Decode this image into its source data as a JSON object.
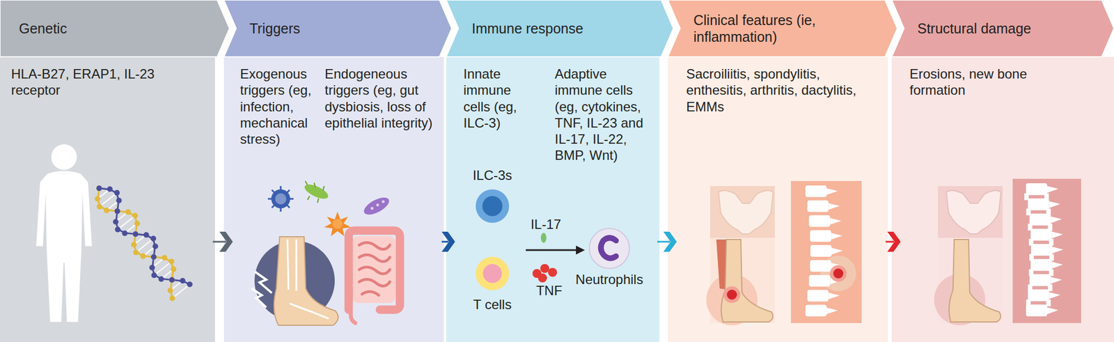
{
  "diagram": {
    "nodes": [
      {
        "text": [
          "Genetic"
        ]
      },
      {
        "text": [
          "HLA-B27, ERAP1, IL-23 receptor"
        ]
      },
      {
        "text": [
          "Triggers"
        ]
      },
      {
        "text": [
          "Exogenous triggers (eg, infection, mechanical stress)",
          "Endogeneous triggers (eg, gut dysbiosis, loss of epithelial integrity)"
        ]
      },
      {
        "text": [
          "Immune response"
        ]
      },
      {
        "text": [
          "Innate immune cells (eg, ILC-3)",
          "Adaptive immune cells (eg, cytokines, TNF, IL-23 and IL-17, IL-22, BMP, Wnt)"
        ]
      },
      {
        "text": [
          "Clinical features (ie, inflammation)"
        ]
      },
      {
        "text": [
          "Sacroiliitis, spondylitis, enthesitis, arthritis, dactylitis, EMMs"
        ]
      },
      {
        "text": [
          "Structural damage"
        ]
      },
      {
        "text": [
          "Erosions, new bone formation"
        ]
      }
    ],
    "edges": [
      {
        "from": 1,
        "to": 3,
        "arrow": "to"
      },
      {
        "from": 3,
        "to": 5,
        "arrow": "to"
      },
      {
        "from": 5,
        "to": 7,
        "arrow": "to"
      },
      {
        "from": 7,
        "to": 9,
        "arrow": "to"
      }
    ],
    "labels": [
      "ILC-3s",
      "T cells",
      "IL-17",
      "TNF",
      "Neutrophils"
    ]
  }
}
